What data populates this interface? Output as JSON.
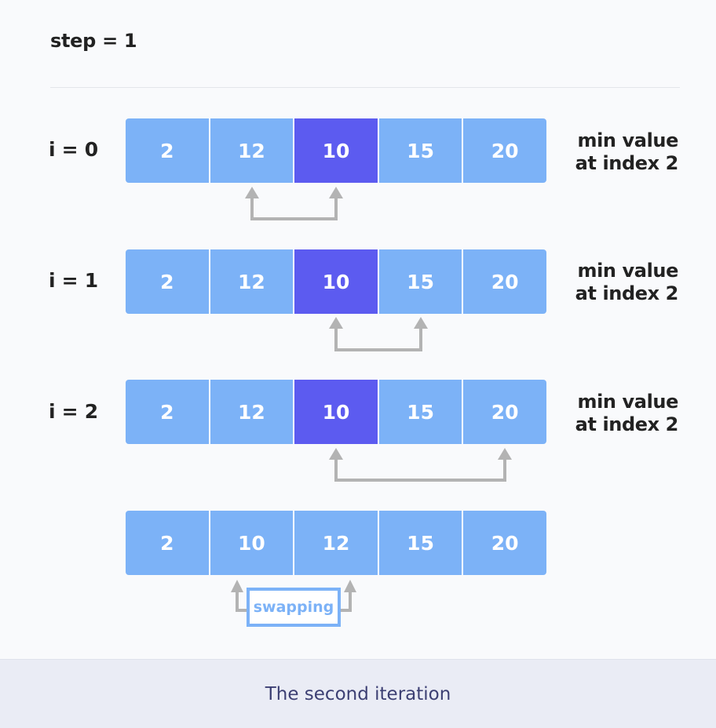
{
  "title": "step = 1",
  "rows": [
    {
      "label": "i = 0",
      "values": [
        "2",
        "12",
        "10",
        "15",
        "20"
      ],
      "min_index": 2,
      "note_line1": "min value",
      "note_line2": "at index 2",
      "compare": [
        1,
        2
      ]
    },
    {
      "label": "i = 1",
      "values": [
        "2",
        "12",
        "10",
        "15",
        "20"
      ],
      "min_index": 2,
      "note_line1": "min value",
      "note_line2": "at index 2",
      "compare": [
        2,
        3
      ]
    },
    {
      "label": "i = 2",
      "values": [
        "2",
        "12",
        "10",
        "15",
        "20"
      ],
      "min_index": 2,
      "note_line1": "min value",
      "note_line2": "at index 2",
      "compare": [
        2,
        4
      ]
    }
  ],
  "result": {
    "values": [
      "2",
      "10",
      "12",
      "15",
      "20"
    ],
    "swap_label": "swapping",
    "swap_between": [
      1,
      2
    ]
  },
  "caption": "The second iteration",
  "colors": {
    "cell": "#7cb2f7",
    "min_cell": "#5c5bf0",
    "arrow": "#b3b3b3",
    "caption_bg": "#eaecf5"
  }
}
